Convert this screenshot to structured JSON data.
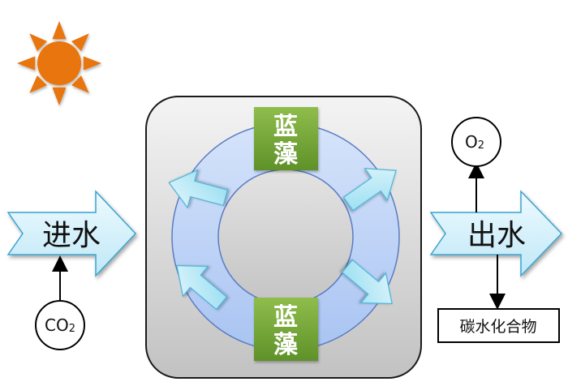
{
  "inlet": {
    "label": "进水"
  },
  "outlet": {
    "label": "出水"
  },
  "algae": [
    {
      "line1": "蓝",
      "line2": "藻"
    },
    {
      "line1": "蓝",
      "line2": "藻"
    }
  ],
  "inputs": {
    "co2_main": "CO",
    "co2_sub": "2"
  },
  "outputs": {
    "o2_main": "O",
    "o2_sub": "2",
    "carbohydrate": "碳水化合物"
  },
  "colors": {
    "sun": "#e8740f",
    "ring": "#b4cdf4",
    "flow_arrow": "#a7e4f4",
    "algae_box": "#77a838",
    "reactor_bg": "#d4d4d4"
  }
}
